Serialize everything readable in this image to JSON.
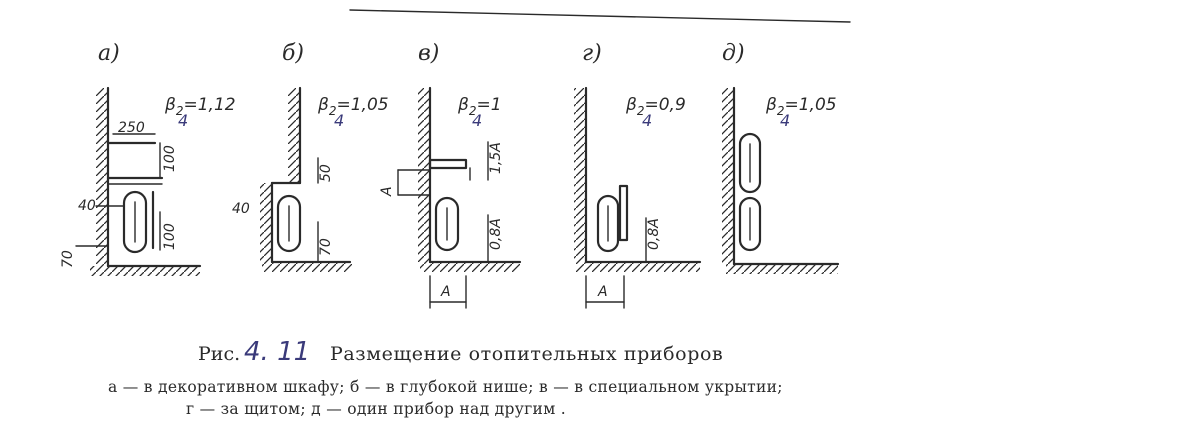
{
  "variants": [
    {
      "letter": "а)",
      "beta": "β",
      "beta_sub": "2",
      "beta_value": "=1,12",
      "dims": [
        "250",
        "100",
        "100",
        "40",
        "70"
      ]
    },
    {
      "letter": "б)",
      "beta": "β",
      "beta_sub": "2",
      "beta_value": "=1,05",
      "dims": [
        "50",
        "70",
        "40"
      ]
    },
    {
      "letter": "в)",
      "beta": "β",
      "beta_sub": "2",
      "beta_value": "=1",
      "dims": [
        "1,5A",
        "A",
        "0,8A",
        "A"
      ]
    },
    {
      "letter": "г)",
      "beta": "β",
      "beta_sub": "2",
      "beta_value": "=0,9",
      "dims": [
        "0,8A",
        "A"
      ]
    },
    {
      "letter": "д)",
      "beta": "β",
      "beta_sub": "2",
      "beta_value": "=1,05",
      "dims": []
    }
  ],
  "pen_marks": {
    "sub": "4"
  },
  "caption": {
    "prefix": "Рис.",
    "number": "4. 11",
    "title": "Размещение отопительных приборов",
    "line1": "а — в декоративном шкафу; б — в глубокой нише; в — в специальном укрытии;",
    "line2": "г — за щитом; д — один прибор над другим ."
  }
}
